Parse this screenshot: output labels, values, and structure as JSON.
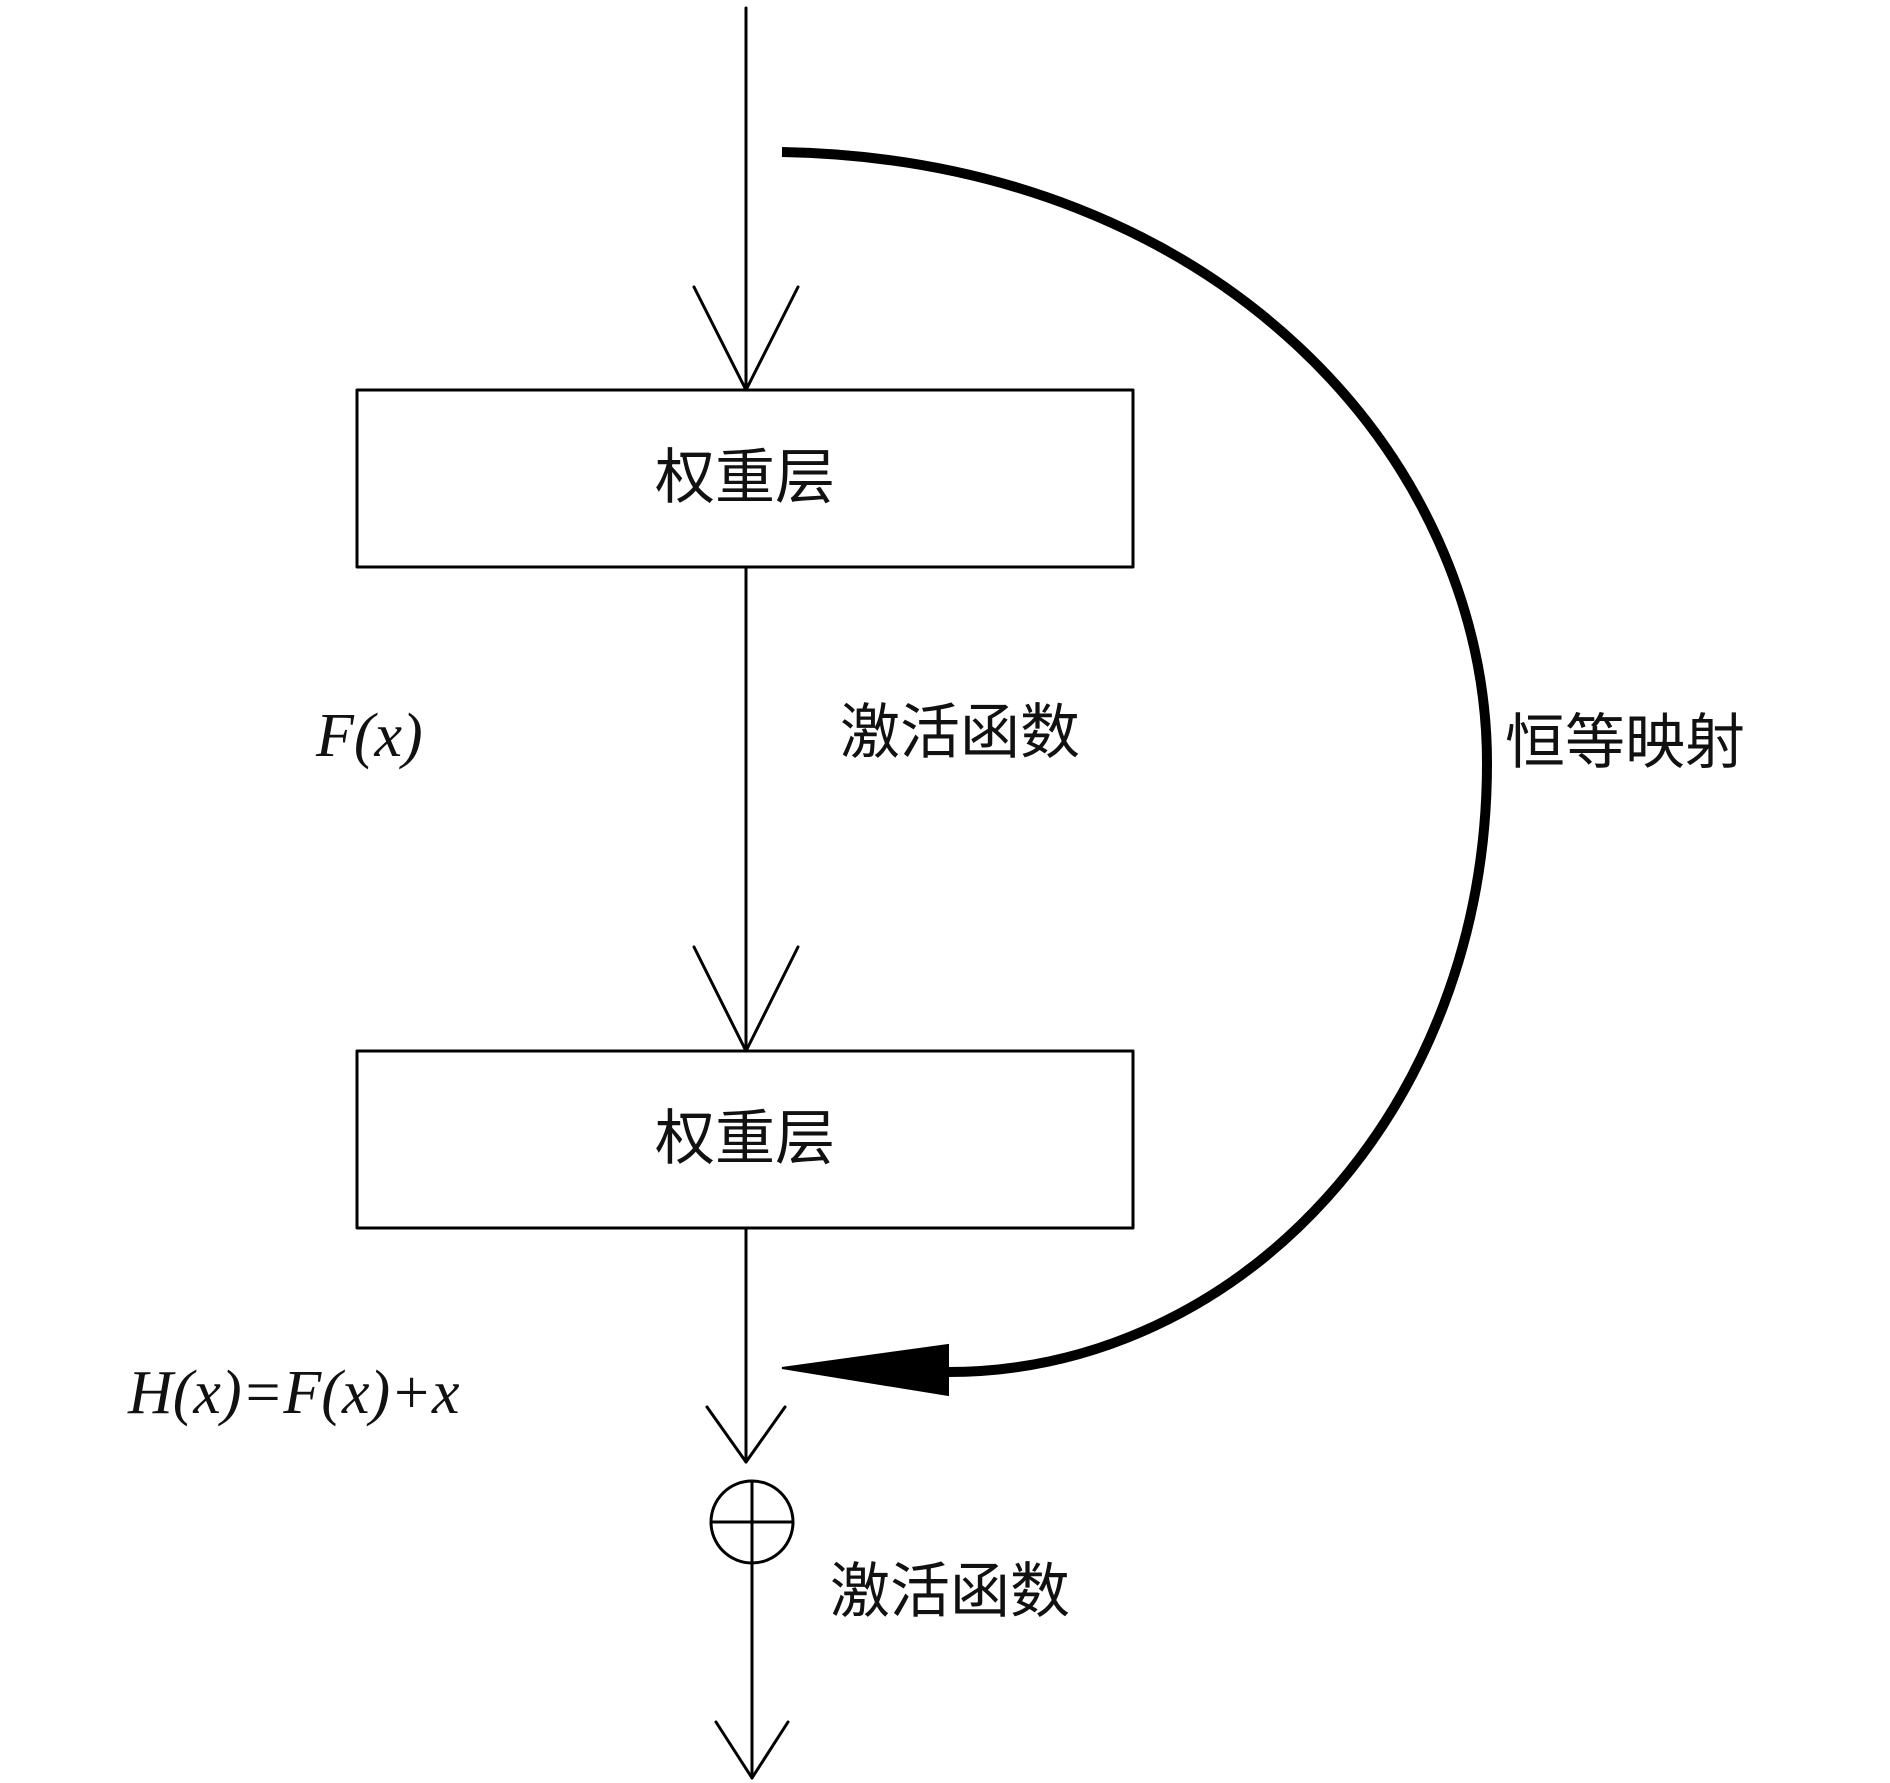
{
  "nodes": {
    "layer1": {
      "label": "权重层"
    },
    "layer2": {
      "label": "权重层"
    },
    "sum": {
      "symbol": "⊕"
    }
  },
  "labels": {
    "activation_mid": "激活函数",
    "activation_out": "激活函数",
    "residual": "F(x)",
    "output_formula": "H(x)=F(x)+x",
    "identity": "恒等映射"
  },
  "colors": {
    "line": "#000000",
    "text": "#111111",
    "background": "#ffffff"
  }
}
